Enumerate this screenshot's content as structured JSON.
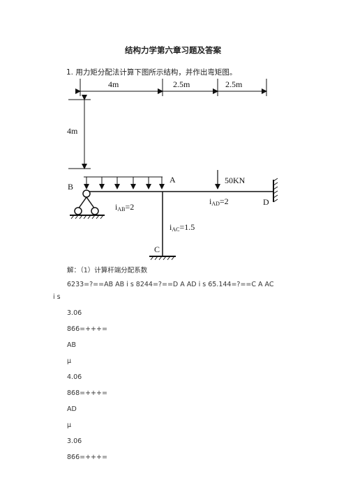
{
  "document": {
    "title": "结构力学第六章习题及答案",
    "question": "1. 用力矩分配法计算下图所示结构，并作出弯矩图。"
  },
  "figure": {
    "dim_ab": "4m",
    "dim_ad1": "2.5m",
    "dim_ad2": "2.5m",
    "dim_vertical": "4m",
    "label_b": "B",
    "label_a": "A",
    "label_c": "C",
    "label_d": "D",
    "load": "50KN",
    "i_ab": {
      "base": "i",
      "sub": "AB",
      "value": "=2"
    },
    "i_ad": {
      "base": "i",
      "sub": "AD",
      "value": "=2"
    },
    "i_ac": {
      "base": "i",
      "sub": "AC",
      "value": "=1.5"
    }
  },
  "answer": {
    "heading": "解：（1）计算杆端分配系数",
    "line1": "6233=?==AB AB i s 8244=?==D A AD i s 65.144=?==C A AC",
    "line1_wrap": "i s",
    "lines": [
      "3.06",
      "866=+++=",
      "AB",
      "μ",
      "4.06",
      "868=+++=",
      "AD",
      "μ",
      "3.06",
      "866=+++="
    ]
  },
  "colors": {
    "text": "#222222",
    "line": "#111111"
  }
}
